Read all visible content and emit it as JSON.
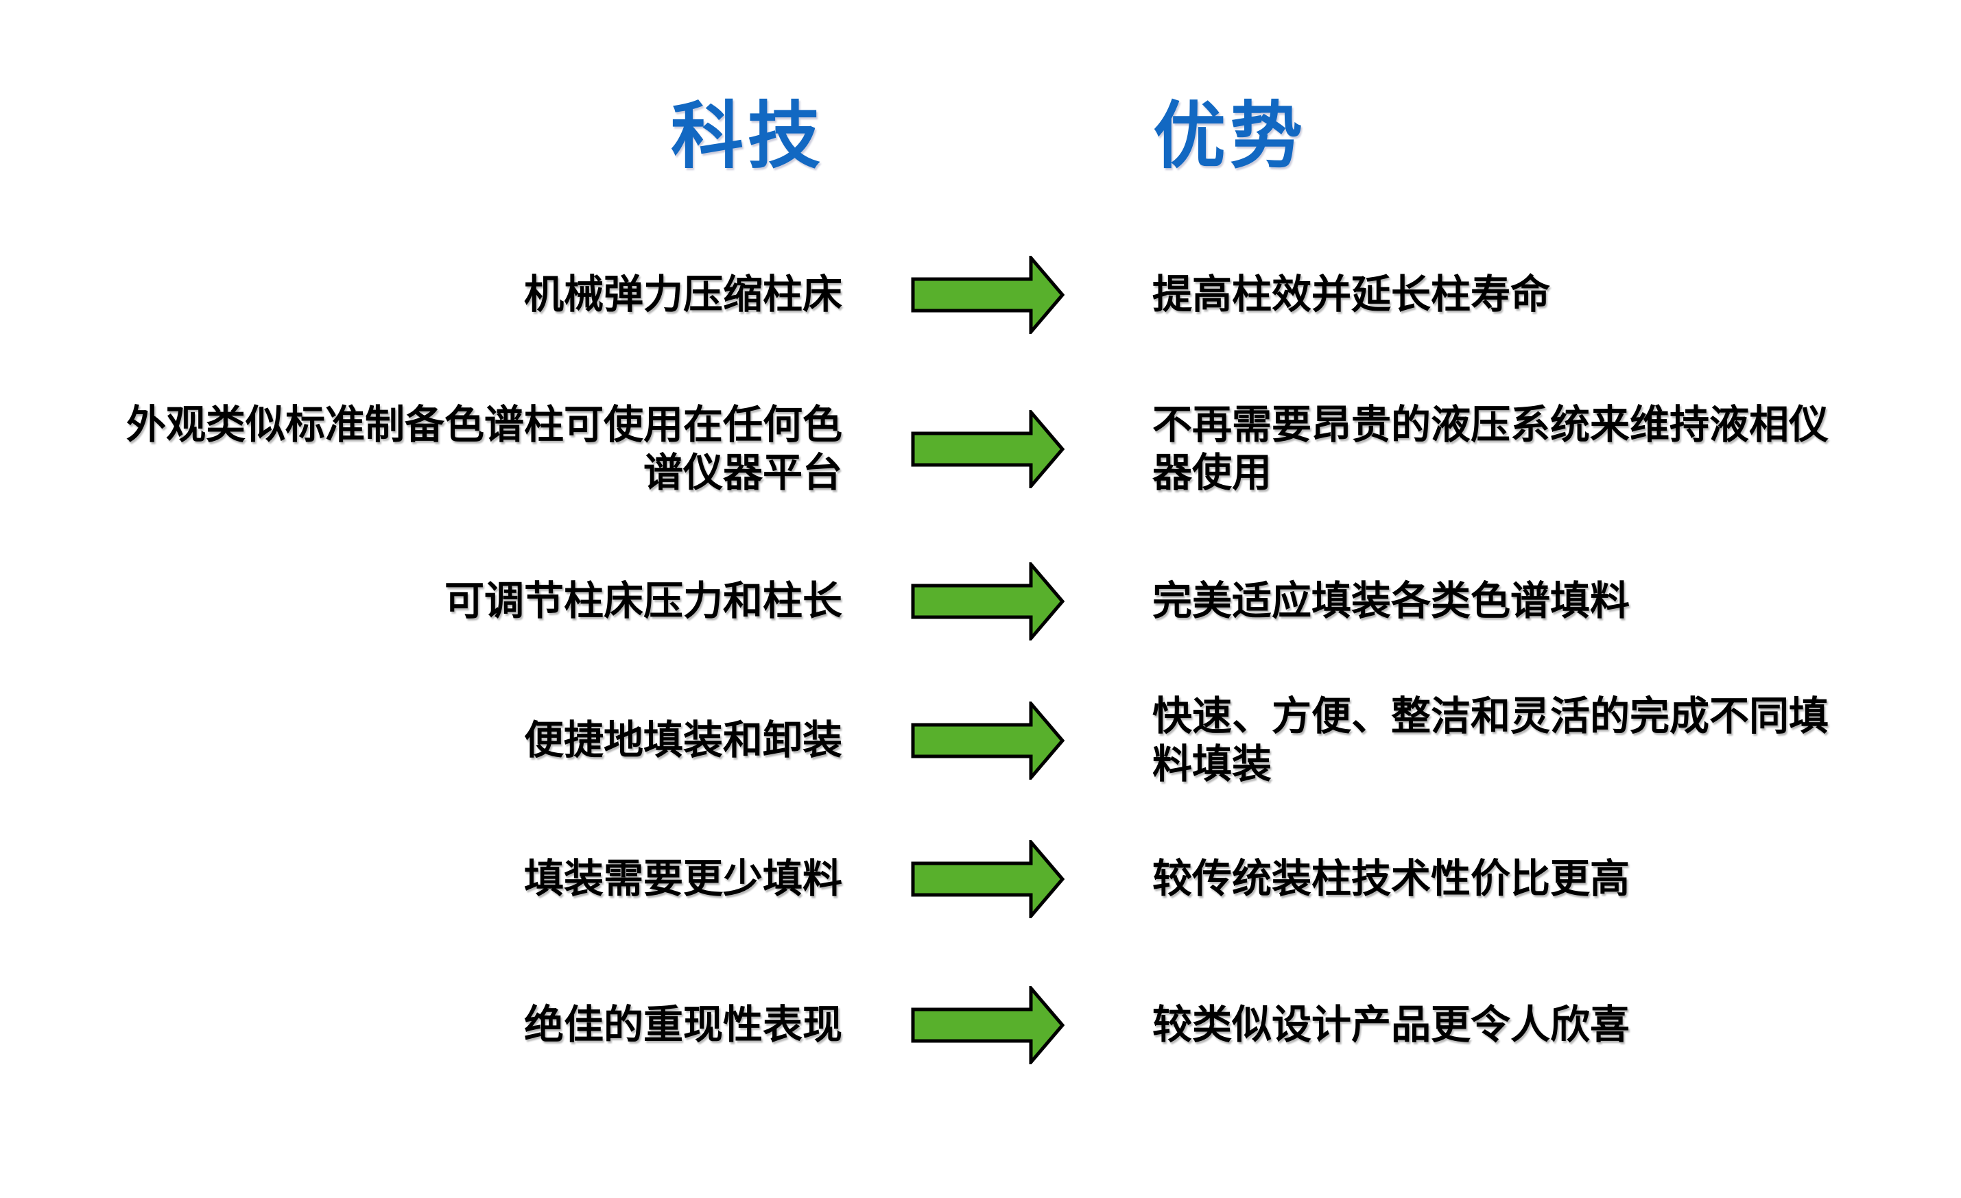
{
  "header": {
    "tech": "科技",
    "advantage": "优势"
  },
  "colors": {
    "header_blue": "#1268C2",
    "arrow_green": "#58B02C",
    "arrow_outline": "#000000",
    "text_black": "#000000",
    "background": "#FFFFFF"
  },
  "rows": [
    {
      "tech": "机械弹力压缩柱床",
      "advantage": "提高柱效并延长柱寿命"
    },
    {
      "tech": "外观类似标准制备色谱柱可使用在任何色\n谱仪器平台",
      "advantage": "不再需要昂贵的液压系统来维持液相仪\n器使用"
    },
    {
      "tech": "可调节柱床压力和柱长",
      "advantage": "完美适应填装各类色谱填料"
    },
    {
      "tech": "便捷地填装和卸装",
      "advantage": "快速、方便、整洁和灵活的完成不同填\n料填装"
    },
    {
      "tech": "填装需要更少填料",
      "advantage": "较传统装柱技术性价比更高"
    },
    {
      "tech": "绝佳的重现性表现",
      "advantage": "较类似设计产品更令人欣喜"
    }
  ]
}
